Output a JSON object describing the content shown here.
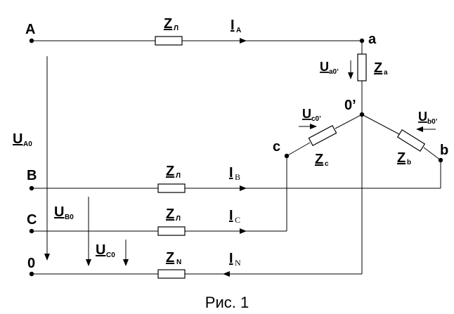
{
  "nodes": {
    "A": "A",
    "B": "B",
    "C": "C",
    "zero": "0",
    "a": "a",
    "b": "b",
    "c": "c",
    "zero_prime": "0’"
  },
  "impedances": {
    "line_A": {
      "main": "Z",
      "sub": "Л"
    },
    "line_B": {
      "main": "Z",
      "sub": "Л"
    },
    "line_C": {
      "main": "Z",
      "sub": "Л"
    },
    "neutral": {
      "main": "Z",
      "sub": "N"
    },
    "load_a": {
      "main": "Z",
      "sub": "a"
    },
    "load_b": {
      "main": "Z",
      "sub": "b"
    },
    "load_c": {
      "main": "Z",
      "sub": "c"
    }
  },
  "currents": {
    "I_A": {
      "main": "I",
      "sub": "A"
    },
    "I_B": {
      "main": "I",
      "sub": "B"
    },
    "I_C": {
      "main": "I",
      "sub": "C"
    },
    "I_N": {
      "main": "I",
      "sub": "N"
    }
  },
  "voltages": {
    "U_A0": {
      "main": "U",
      "sub": "A0"
    },
    "U_B0": {
      "main": "U",
      "sub": "B0"
    },
    "U_C0": {
      "main": "U",
      "sub": "C0"
    },
    "U_a0": {
      "main": "U",
      "sub": "a0’"
    },
    "U_b0": {
      "main": "U",
      "sub": "b0’"
    },
    "U_c0": {
      "main": "U",
      "sub": "c0’"
    }
  },
  "caption": "Рис. 1"
}
